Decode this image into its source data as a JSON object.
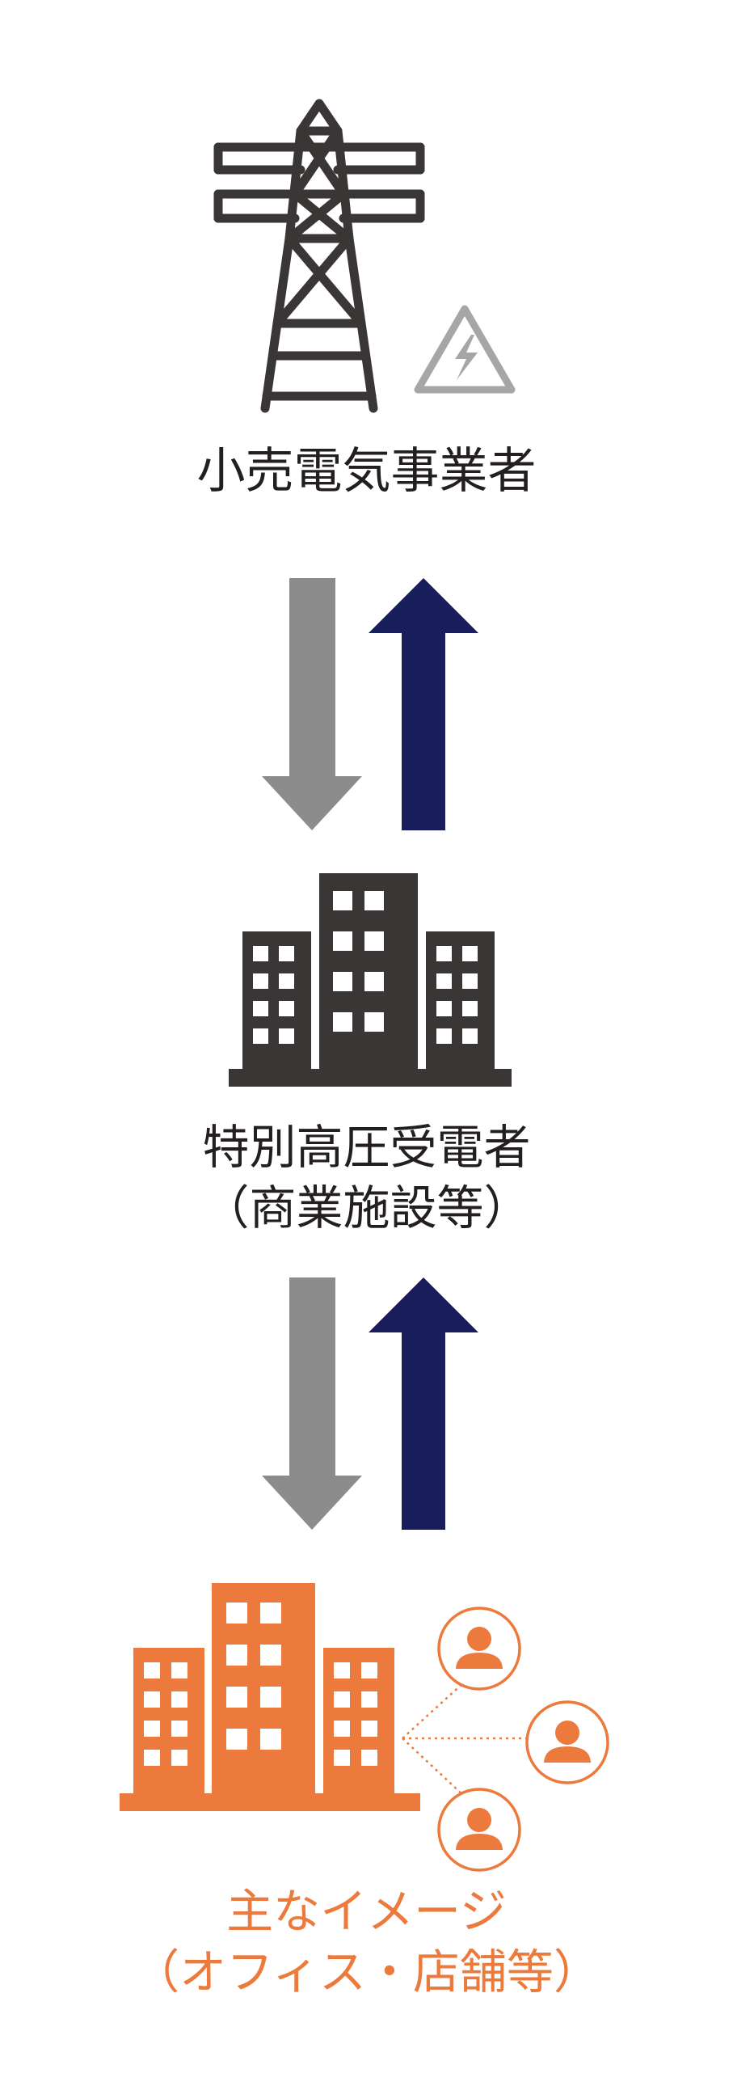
{
  "nodes": {
    "supplier": {
      "label": "小売電気事業者"
    },
    "facility": {
      "label_line1": "特別高圧受電者",
      "label_line2": "（商業施設等）"
    },
    "tenants": {
      "label_line1": "主なイメージ",
      "label_line2": "（オフィス・店舗等）"
    }
  },
  "colors": {
    "dark": "#3a3636",
    "text_dark": "#231f20",
    "gray_arrow": "#8c8c8c",
    "navy_arrow": "#1a1d5c",
    "orange": "#eb7a3c",
    "warning_gray": "#a6a6a6"
  },
  "icons": {
    "supplier": "power-tower-icon",
    "warning": "high-voltage-warning-icon",
    "facility": "office-buildings-icon",
    "tenants": "tenant-buildings-icon",
    "person": "person-icon"
  }
}
